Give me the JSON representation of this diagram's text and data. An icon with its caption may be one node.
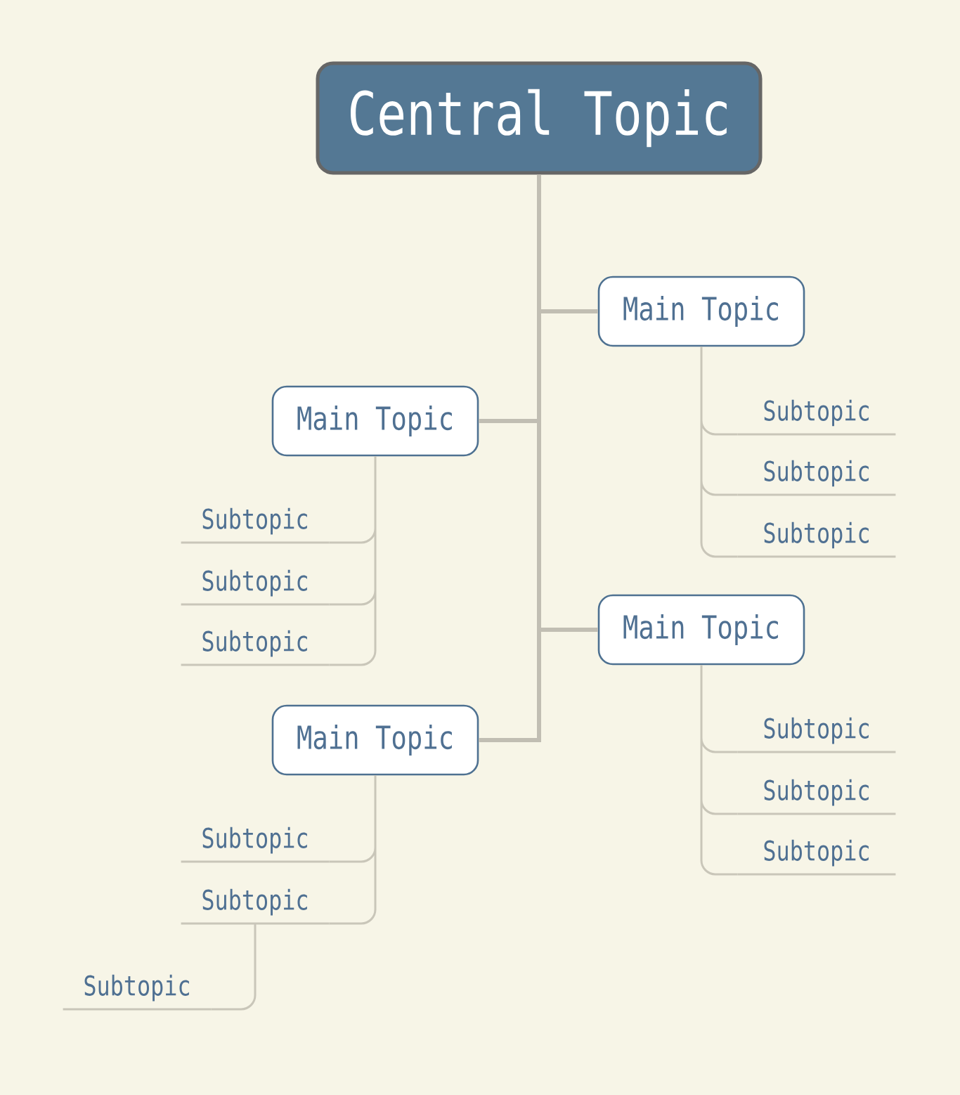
{
  "diagram": {
    "nodes": [
      {
        "text": [
          "Central Topic"
        ]
      },
      {
        "text": [
          "Main Topic"
        ]
      },
      {
        "text": [
          "Subtopic"
        ]
      },
      {
        "text": [
          "Subtopic"
        ]
      },
      {
        "text": [
          "Subtopic"
        ]
      },
      {
        "text": [
          "Main Topic"
        ]
      },
      {
        "text": [
          "Subtopic"
        ]
      },
      {
        "text": [
          "Subtopic"
        ]
      },
      {
        "text": [
          "Subtopic"
        ]
      },
      {
        "text": [
          "Main Topic"
        ]
      },
      {
        "text": [
          "Subtopic"
        ]
      },
      {
        "text": [
          "Subtopic"
        ]
      },
      {
        "text": [
          "Subtopic"
        ]
      },
      {
        "text": [
          "Main Topic"
        ]
      },
      {
        "text": [
          "Subtopic"
        ]
      },
      {
        "text": [
          "Subtopic"
        ]
      },
      {
        "text": [
          "Subtopic"
        ]
      }
    ],
    "edges": [
      {
        "from": 0,
        "to": 1,
        "arrow": "none",
        "style": "thick"
      },
      {
        "from": 1,
        "to": 2,
        "arrow": "none"
      },
      {
        "from": 1,
        "to": 3,
        "arrow": "none"
      },
      {
        "from": 1,
        "to": 4,
        "arrow": "none"
      },
      {
        "from": 0,
        "to": 5,
        "arrow": "none",
        "style": "thick"
      },
      {
        "from": 5,
        "to": 6,
        "arrow": "none"
      },
      {
        "from": 5,
        "to": 7,
        "arrow": "none"
      },
      {
        "from": 5,
        "to": 8,
        "arrow": "none"
      },
      {
        "from": 0,
        "to": 9,
        "arrow": "none",
        "style": "thick"
      },
      {
        "from": 9,
        "to": 10,
        "arrow": "none"
      },
      {
        "from": 9,
        "to": 11,
        "arrow": "none"
      },
      {
        "from": 9,
        "to": 12,
        "arrow": "none"
      },
      {
        "from": 0,
        "to": 13,
        "arrow": "none",
        "style": "thick"
      },
      {
        "from": 13,
        "to": 14,
        "arrow": "none"
      },
      {
        "from": 13,
        "to": 15,
        "arrow": "none"
      },
      {
        "from": 15,
        "to": 16,
        "arrow": "none"
      }
    ]
  }
}
